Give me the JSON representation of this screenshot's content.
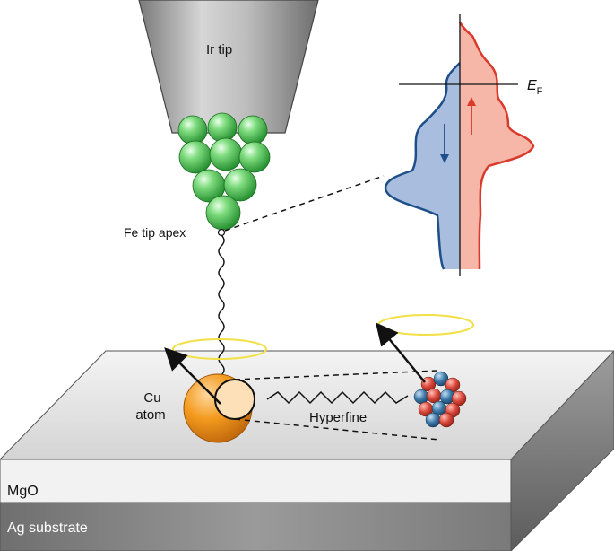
{
  "labels": {
    "tip_material": "Ir tip",
    "tip_apex": "Fe tip apex",
    "fermi_symbol": "E",
    "fermi_subscript": "F",
    "atom_line1": "Cu",
    "atom_line2": "atom",
    "coupling": "Hyperfine",
    "layer_top": "MgO",
    "layer_bottom": "Ag substrate"
  },
  "colors": {
    "tip_metal": "#b8b8b8",
    "fe_atoms": "#5fc85f",
    "cu_atom": "#f0961e",
    "spin_down_fill": "#a9bedf",
    "spin_down_line": "#1f4f8a",
    "spin_up_fill": "#f6b7a8",
    "spin_up_line": "#d93a2b",
    "precession_ring": "#f2e046",
    "nucleus_red": "#d9473a",
    "nucleus_blue": "#3b78a8",
    "mgo_layer": "#f2f2f2",
    "ag_substrate": "#8f8f8f"
  },
  "icons": [
    "spin-vector-arrow-icon",
    "spin-down-arrow-icon",
    "spin-up-arrow-icon",
    "nucleus-icon"
  ]
}
